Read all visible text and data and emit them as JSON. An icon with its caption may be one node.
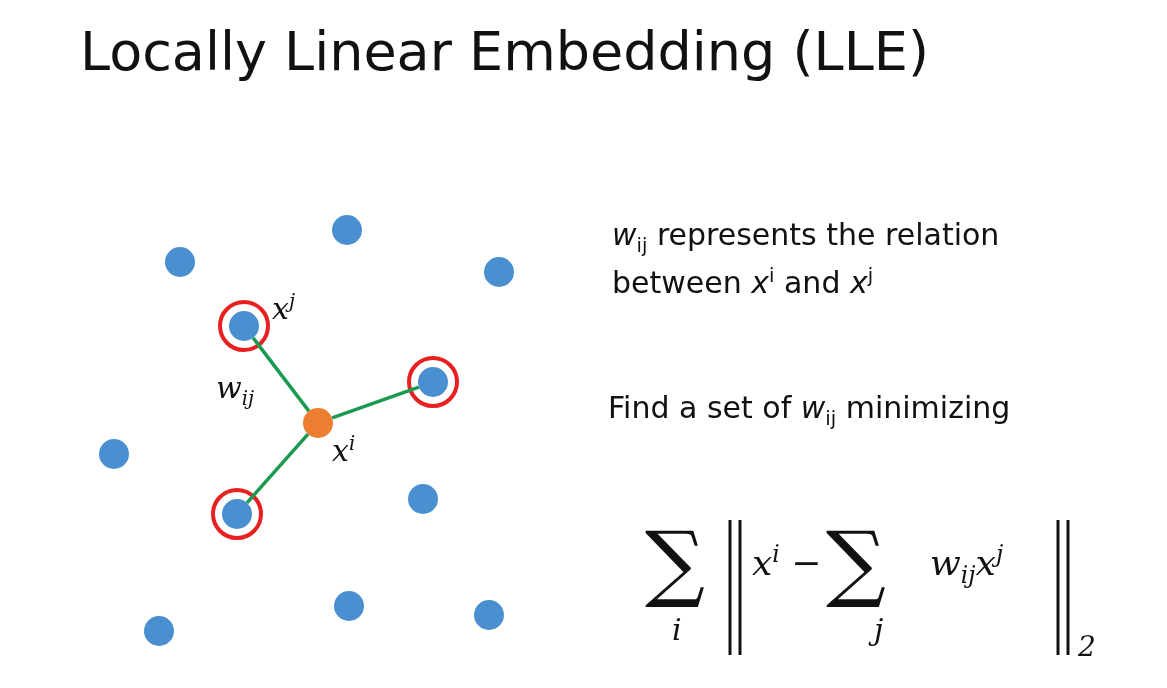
{
  "diagram": {
    "title": "Locally Linear Embedding (LLE)",
    "nodes": [
      {
        "text": [],
        "shape": "circle"
      },
      {
        "text": [],
        "shape": "circle"
      },
      {
        "text": [],
        "shape": "circle"
      },
      {
        "text": [],
        "shape": "circle",
        "beside": [
          "x$^{j}$"
        ]
      },
      {
        "text": [],
        "shape": "circle"
      },
      {
        "text": [],
        "shape": "circle",
        "beside": [
          "x$^{i}$"
        ]
      },
      {
        "text": [],
        "shape": "circle"
      },
      {
        "text": [],
        "shape": "circle"
      },
      {
        "text": [],
        "shape": "circle"
      },
      {
        "text": [],
        "shape": "circle"
      },
      {
        "text": [],
        "shape": "circle"
      },
      {
        "text": [],
        "shape": "circle"
      }
    ],
    "edges": [
      {
        "from": 5,
        "to": 3,
        "arrow": "none",
        "label": "w$_{ij}$"
      },
      {
        "from": 5,
        "to": 4,
        "arrow": "none"
      },
      {
        "from": 5,
        "to": 8,
        "arrow": "none"
      }
    ],
    "labels": [
      "*w*$_{ij}$ represents the relation between *x*$^{i}$ and *x*$^{j}$",
      "Find a set of *w*$_{ij}$ minimizing",
      "∑",
      "i",
      "x$^{i}$ −",
      "∑",
      "j",
      "w$_{ij}$x$^{j}$",
      "2"
    ]
  }
}
